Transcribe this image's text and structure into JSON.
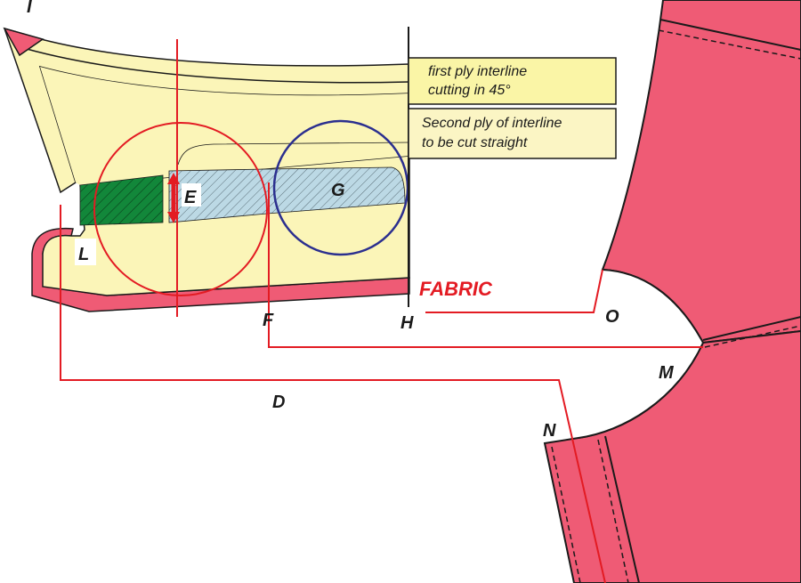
{
  "labels": {
    "I": "I",
    "E": "E",
    "G": "G",
    "L": "L",
    "F": "F",
    "H": "H",
    "O": "O",
    "M": "M",
    "N": "N",
    "D": "D"
  },
  "notes": {
    "first_ply_line1": "first ply interline",
    "first_ply_line2": "cutting in 45°",
    "second_ply_line1": "Second ply of interline",
    "second_ply_line2": "to be cut straight"
  },
  "fabric_label": "FABRIC",
  "colors": {
    "fabric_pink": "#ef5b75",
    "interline_yellow": "#fbf5b8",
    "note_box": "#faf5a6",
    "leader_red": "#e31b23",
    "circle_blue": "#2b2f8f",
    "green_patch": "#12873a",
    "hatch_blue": "#bcd9e5",
    "outline": "#1a1a1a"
  }
}
